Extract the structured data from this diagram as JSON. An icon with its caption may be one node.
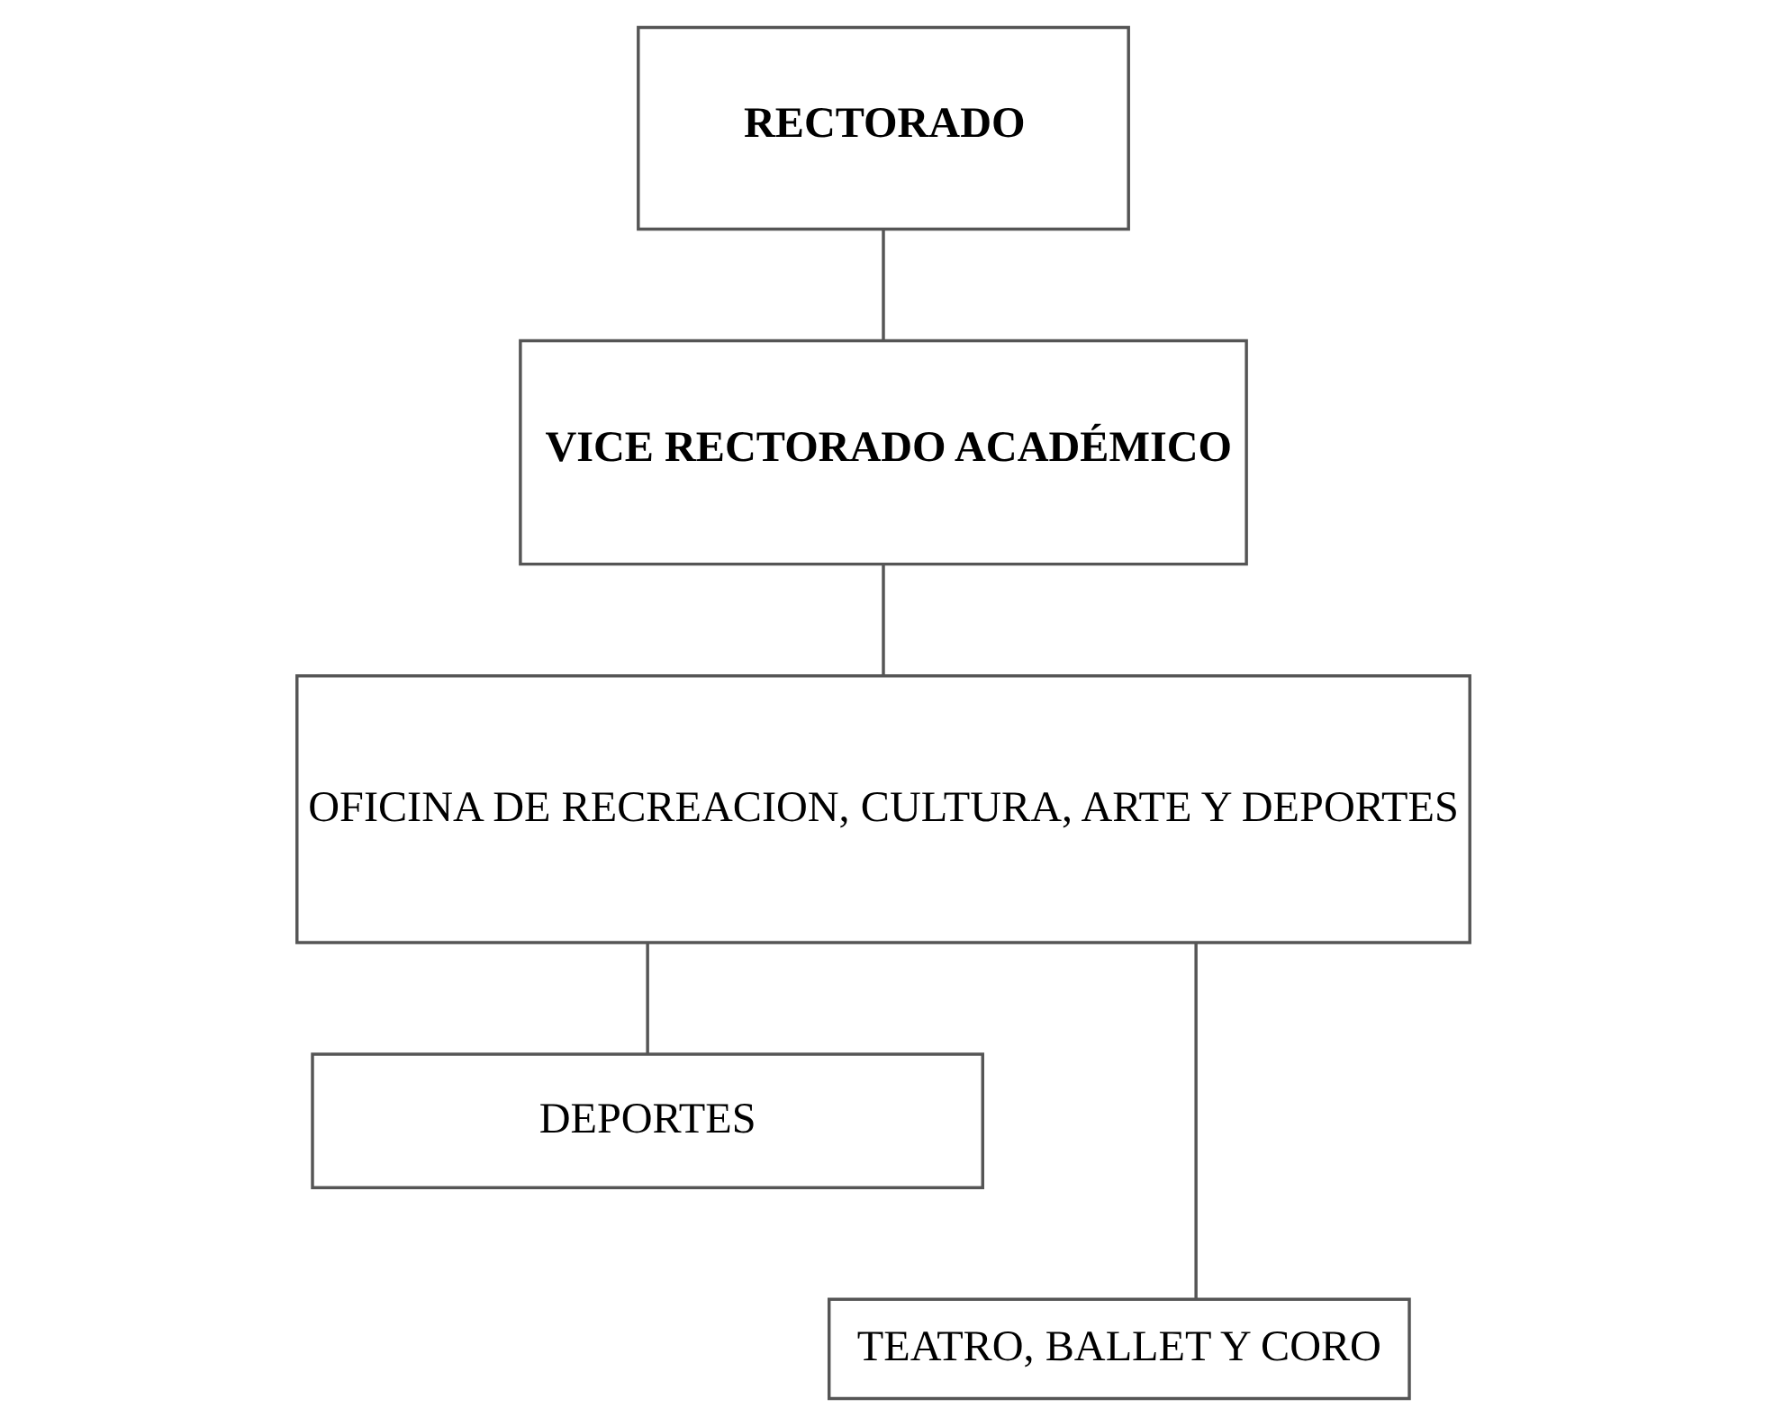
{
  "diagram": {
    "nodes": [
      {
        "text": [
          "RECTORADO"
        ]
      },
      {
        "text": [
          "VICE RECTORADO ACADÉMICO"
        ]
      },
      {
        "text": [
          "OFICINA DE RECREACION, CULTURA, ARTE Y DEPORTES"
        ]
      },
      {
        "text": [
          "DEPORTES"
        ]
      },
      {
        "text": [
          "TEATRO, BALLET Y CORO"
        ]
      }
    ],
    "edges": [
      {
        "from": 0,
        "to": 1,
        "arrow": "none"
      },
      {
        "from": 1,
        "to": 2,
        "arrow": "none"
      },
      {
        "from": 2,
        "to": 3,
        "arrow": "none"
      },
      {
        "from": 2,
        "to": 4,
        "arrow": "none"
      }
    ]
  }
}
